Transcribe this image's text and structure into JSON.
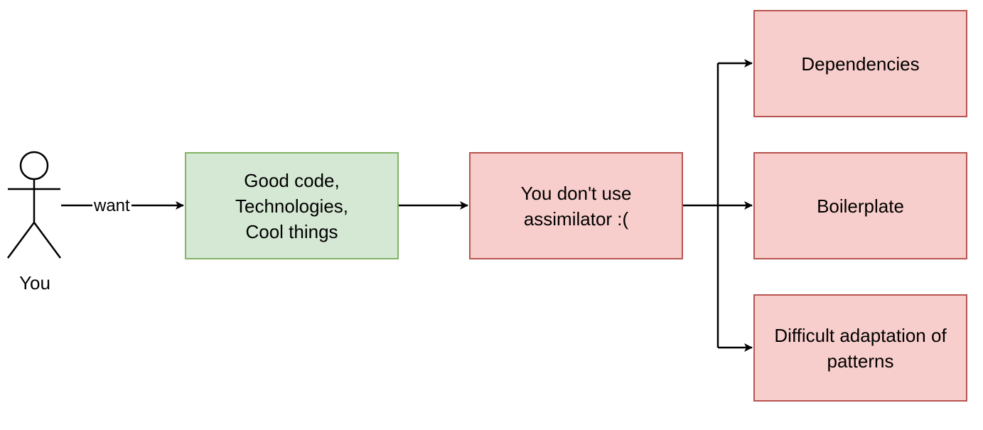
{
  "actor": {
    "label": "You",
    "icon": "stick-figure-icon"
  },
  "edge_want": {
    "label": "want"
  },
  "nodes": {
    "good_code": {
      "text": "Good code,\nTechnologies,\nCool things"
    },
    "no_assimilator": {
      "text": "You don't use\nassimilator :("
    },
    "dependencies": {
      "text": "Dependencies"
    },
    "boilerplate": {
      "text": "Boilerplate"
    },
    "difficult": {
      "text": "Difficult adaptation of\npatterns"
    }
  },
  "colors": {
    "green_fill": "#d5e8d4",
    "green_stroke": "#82b366",
    "red_fill": "#f8cecc",
    "red_stroke": "#b85450",
    "line": "#000000"
  }
}
